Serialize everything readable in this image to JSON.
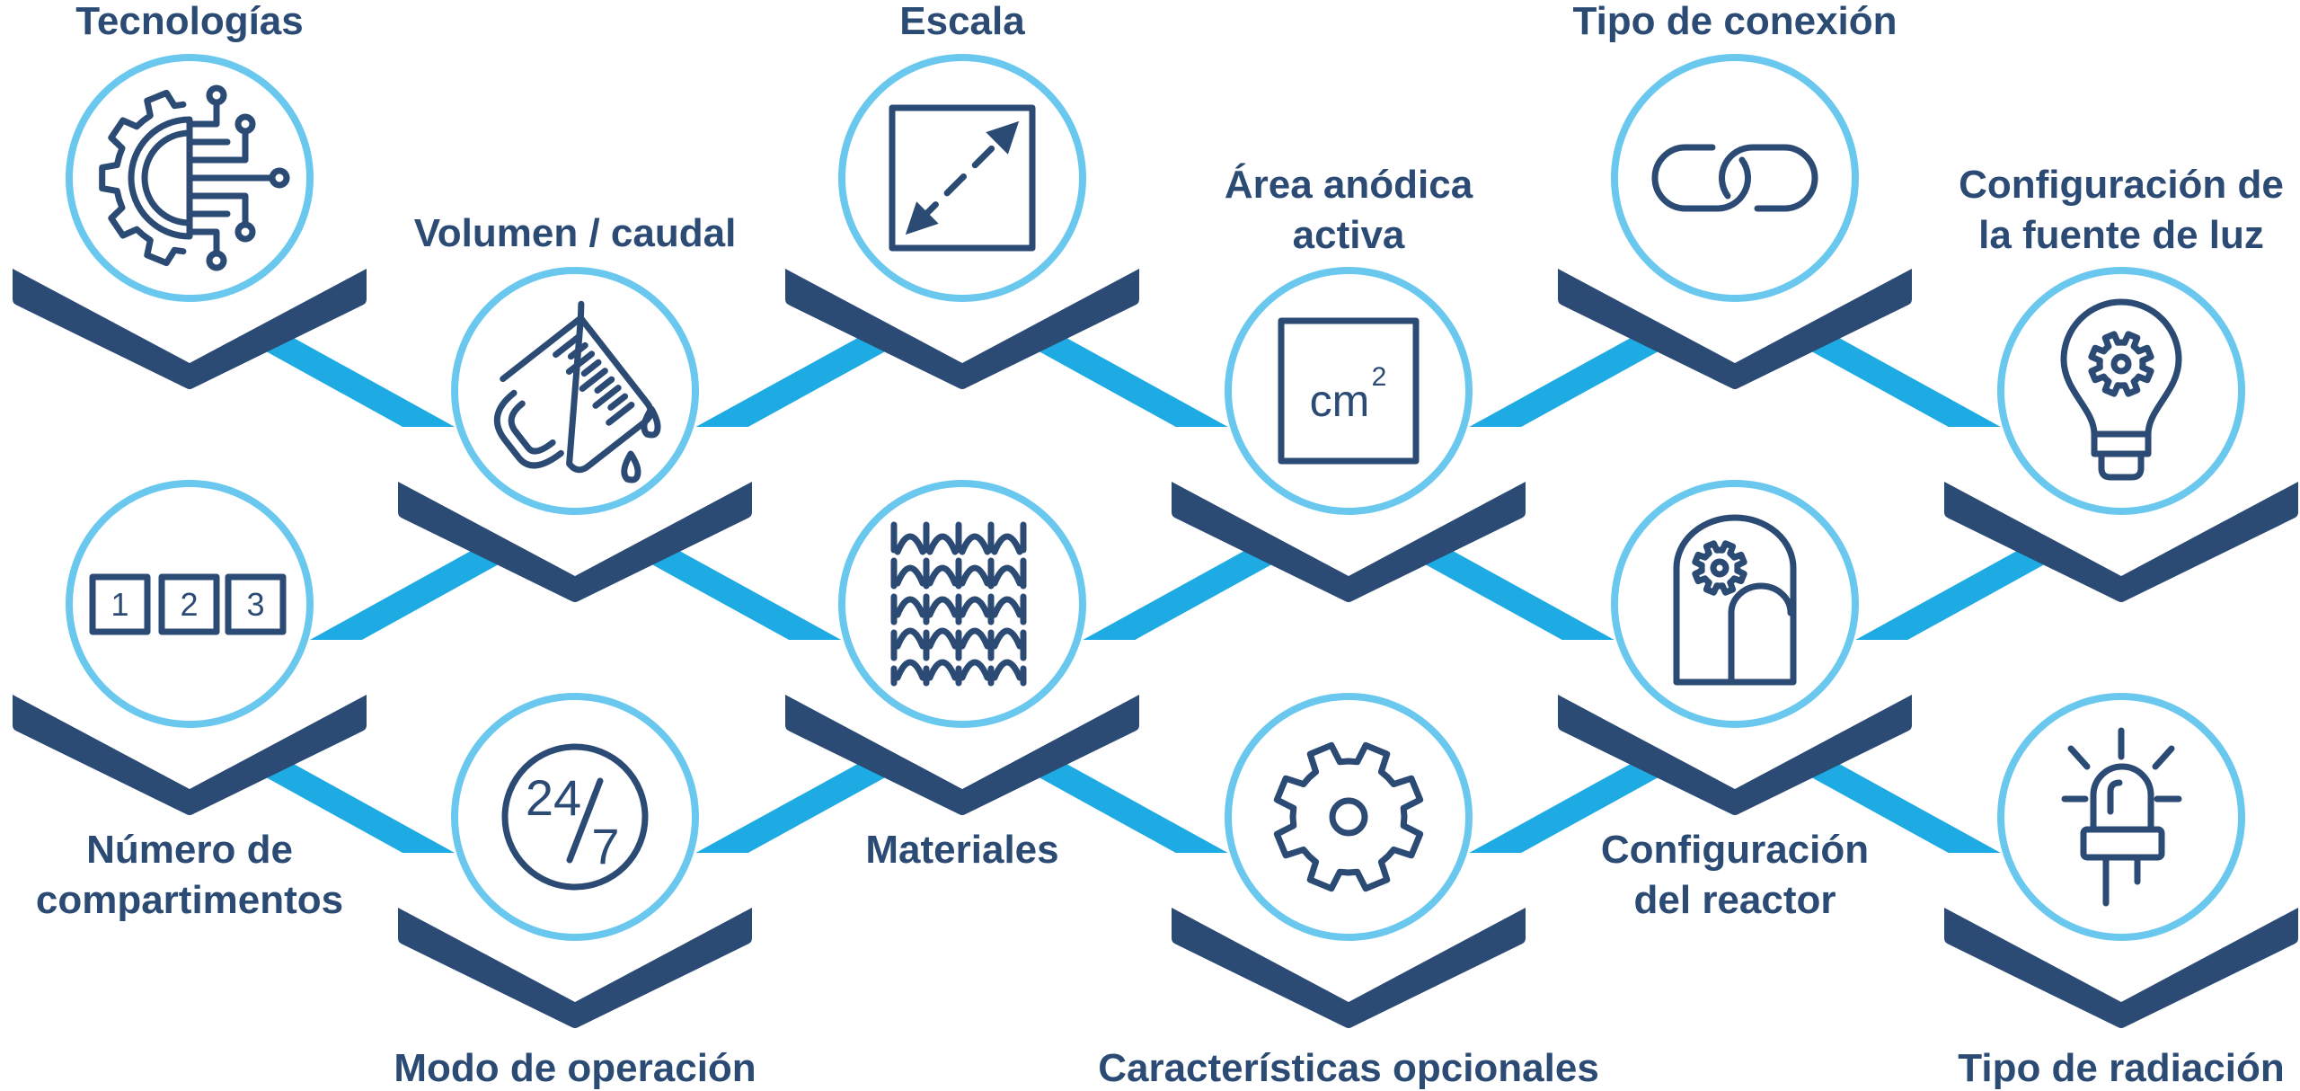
{
  "colors": {
    "navy": "#2b4a74",
    "circle_ring": "#6ac8ef",
    "connector": "#1eaae3",
    "background": "#ffffff"
  },
  "nodes": [
    {
      "id": "tecnologias",
      "label_lines": [
        "Tecnologías"
      ],
      "icon": "tech-gear-circuit-icon"
    },
    {
      "id": "volumen",
      "label_lines": [
        "Volumen / caudal"
      ],
      "icon": "pouring-beaker-icon"
    },
    {
      "id": "escala",
      "label_lines": [
        "Escala"
      ],
      "icon": "scale-resize-icon"
    },
    {
      "id": "area",
      "label_lines": [
        "Área anódica",
        "activa"
      ],
      "icon": "area-cm2-icon"
    },
    {
      "id": "conexion",
      "label_lines": [
        "Tipo de conexión"
      ],
      "icon": "chain-link-icon"
    },
    {
      "id": "luz",
      "label_lines": [
        "Configuración de",
        "la fuente de luz"
      ],
      "icon": "lightbulb-gear-icon"
    },
    {
      "id": "compartimentos",
      "label_lines": [
        "Número de",
        "compartimentos"
      ],
      "icon": "numbered-boxes-icon"
    },
    {
      "id": "materiales",
      "label_lines": [
        "Materiales"
      ],
      "icon": "woven-mesh-icon"
    },
    {
      "id": "reactor",
      "label_lines": [
        "Configuración",
        "del reactor"
      ],
      "icon": "reactor-arch-icon"
    },
    {
      "id": "modo",
      "label_lines": [
        "Modo de operación"
      ],
      "icon": "clock-24-7-icon"
    },
    {
      "id": "opcionales",
      "label_lines": [
        "Características opcionales"
      ],
      "icon": "gear-icon"
    },
    {
      "id": "radiacion",
      "label_lines": [
        "Tipo de radiación"
      ],
      "icon": "led-icon"
    }
  ],
  "icon_text": {
    "area_unit": "cm",
    "area_exponent": "2",
    "boxes": [
      "1",
      "2",
      "3"
    ],
    "hours": "24",
    "days": "7"
  }
}
